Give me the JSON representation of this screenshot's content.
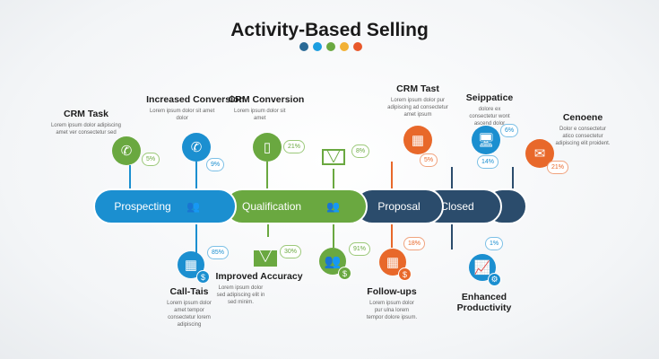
{
  "title": "Activity-Based Selling",
  "colors": {
    "blue": "#1b8fd0",
    "green": "#6aa840",
    "navy": "#2b4c6c",
    "orange": "#e8682a",
    "yellow": "#f2b134"
  },
  "stages": [
    "Prospecting",
    "Qualification",
    "Proposal",
    "Closed"
  ],
  "top": [
    {
      "heading": "CRM Task",
      "desc": "Lorem ipsum dolor adipiscing amet ver consectetur sed",
      "badge": "5%",
      "icon": "phone-icon"
    },
    {
      "heading": "Increased Conversion",
      "desc": "Lorem ipsum dolor sit amet dolor",
      "badge": "9%",
      "icon": "phone-icon"
    },
    {
      "heading": "CRM Conversion",
      "desc": "Lorem ipsum dolor sit amet",
      "badge": "21%",
      "icon": "mobile-icon"
    },
    {
      "badge": "8%",
      "icon": "envelope-icon"
    },
    {
      "heading": "CRM Tast",
      "desc": "Lorem ipsum dolor pur adipiscing ad consectetur amet ipsum",
      "badge": "5%",
      "icon": "calculator-icon"
    },
    {
      "heading": "Seippatice",
      "desc": "dolore ex consectetur wont ascend dolor",
      "badge": "6%",
      "badge2": "14%",
      "icon": "computer-user-icon"
    },
    {
      "heading": "Cenoene",
      "desc": "Dolor e consectetur atico consectetur adipiscing elit proident.",
      "badge": "21%",
      "icon": "envelope-icon"
    }
  ],
  "bottom": [
    {
      "heading": "Call-Tais",
      "desc": "Lorem ipsum dolor amet tempor consectetur lorem adipiscing",
      "badge": "85%",
      "icon": "calendar-dollar-icon"
    },
    {
      "heading": "Improved Accuracy",
      "desc": "Lorem ipsum dolor sed adipiscing elit in sed minim.",
      "badge": "30%",
      "icon": "envelope-icon"
    },
    {
      "badge": "91%",
      "icon": "team-dollar-icon"
    },
    {
      "heading": "Follow-ups",
      "desc": "Lorem ipsum dolor pur ulna lorem tempor dolore ipsum.",
      "badge": "18%",
      "icon": "calendar-dollar-icon"
    },
    {
      "heading": "Enhanced Productivity",
      "badge": "1%",
      "icon": "tablet-chart-icon"
    }
  ]
}
